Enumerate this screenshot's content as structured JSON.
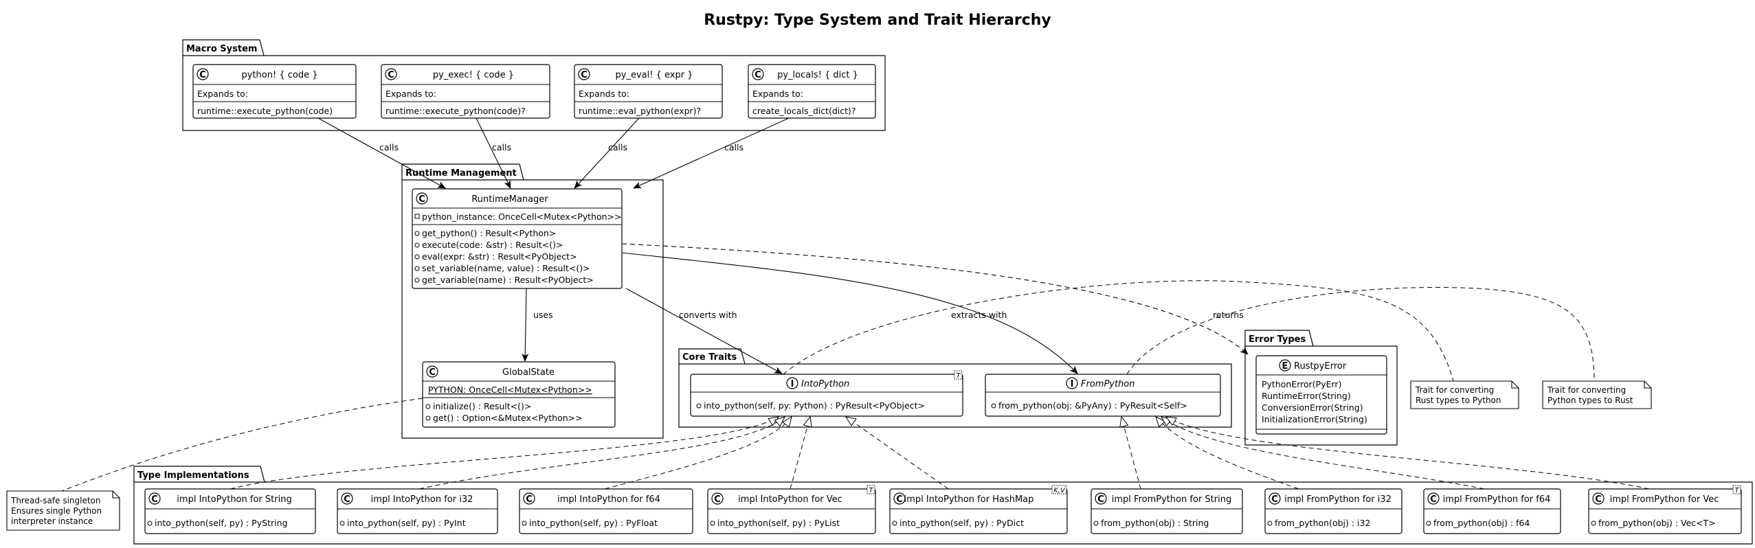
{
  "title": "Rustpy: Type System and Trait Hierarchy",
  "packages": {
    "macro": "Macro System",
    "runtime": "Runtime Management",
    "core": "Core Traits",
    "errors": "Error Types",
    "impls": "Type Implementations"
  },
  "macros": [
    {
      "name": "python! { code }",
      "label": "Expands to:",
      "expansion": "runtime::execute_python(code)"
    },
    {
      "name": "py_exec! { code }",
      "label": "Expands to:",
      "expansion": "runtime::execute_python(code)?"
    },
    {
      "name": "py_eval! { expr }",
      "label": "Expands to:",
      "expansion": "runtime::eval_python(expr)?"
    },
    {
      "name": "py_locals! { dict }",
      "label": "Expands to:",
      "expansion": "create_locals_dict(dict)?"
    }
  ],
  "runtime_manager": {
    "name": "RuntimeManager",
    "field": "python_instance: OnceCell<Mutex<Python>>",
    "methods": [
      "get_python() : Result<Python>",
      "execute(code: &str) : Result<()>",
      "eval(expr: &str) : Result<PyObject>",
      "set_variable(name, value) : Result<()>",
      "get_variable(name) : Result<PyObject>"
    ]
  },
  "global_state": {
    "name": "GlobalState",
    "field": "PYTHON: OnceCell<Mutex<Python>>",
    "methods": [
      "initialize() : Result<()>",
      "get() : Option<&Mutex<Python>>"
    ]
  },
  "into_python": {
    "name": "IntoPython",
    "generic": "T",
    "method": "into_python(self, py: Python) : PyResult<PyObject>"
  },
  "from_python": {
    "name": "FromPython",
    "method": "from_python(obj: &PyAny) : PyResult<Self>"
  },
  "rustpy_error": {
    "name": "RustpyError",
    "variants": [
      "PythonError(PyErr)",
      "RuntimeError(String)",
      "ConversionError(String)",
      "InitializationError(String)"
    ]
  },
  "edges": {
    "calls": "calls",
    "uses": "uses",
    "converts_with": "converts with",
    "extracts_with": "extracts with",
    "returns": "returns"
  },
  "notes": {
    "into_note": [
      "Trait for converting",
      "Rust types to Python"
    ],
    "from_note": [
      "Trait for converting",
      "Python types to Rust"
    ],
    "global_note": [
      "Thread-safe singleton",
      "Ensures single Python",
      "interpreter instance"
    ]
  },
  "impls": [
    {
      "name": "impl IntoPython for String",
      "method": "into_python(self, py) : PyString",
      "generic": ""
    },
    {
      "name": "impl IntoPython for i32",
      "method": "into_python(self, py) : PyInt",
      "generic": ""
    },
    {
      "name": "impl IntoPython for f64",
      "method": "into_python(self, py) : PyFloat",
      "generic": ""
    },
    {
      "name": "impl IntoPython for Vec",
      "method": "into_python(self, py) : PyList",
      "generic": "T"
    },
    {
      "name": "impl IntoPython for HashMap",
      "method": "into_python(self, py) : PyDict",
      "generic": "K,V"
    },
    {
      "name": "impl FromPython for String",
      "method": "from_python(obj) : String",
      "generic": ""
    },
    {
      "name": "impl FromPython for i32",
      "method": "from_python(obj) : i32",
      "generic": ""
    },
    {
      "name": "impl FromPython for f64",
      "method": "from_python(obj) : f64",
      "generic": ""
    },
    {
      "name": "impl FromPython for Vec",
      "method": "from_python(obj) : Vec<T>",
      "generic": "T"
    }
  ],
  "stereotype_glyphs": {
    "class": "C",
    "interface": "I",
    "enum": "E"
  }
}
